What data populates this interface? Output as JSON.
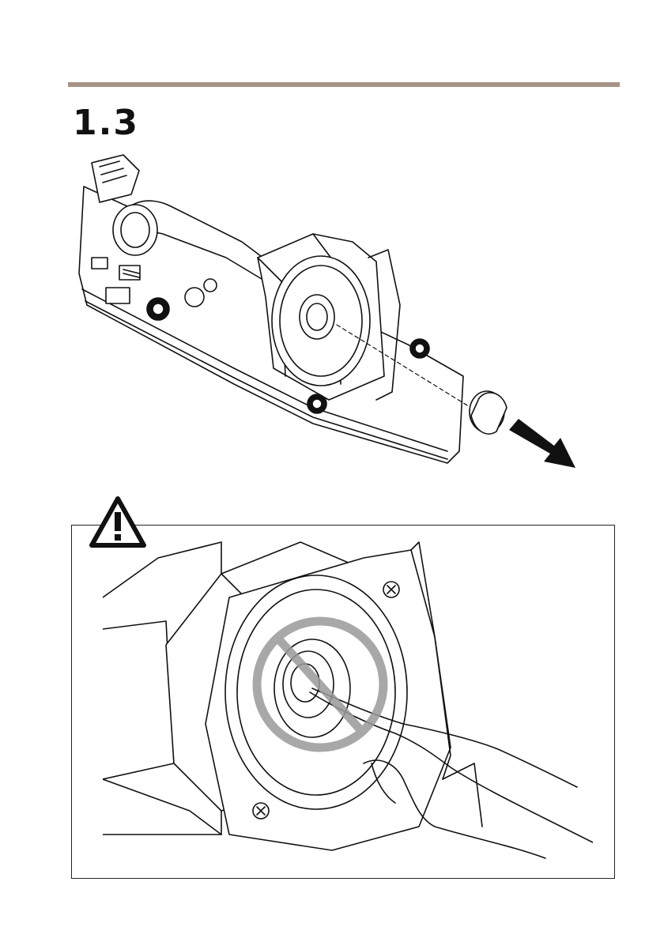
{
  "page": {
    "step_number": "1.3",
    "accent_color": "#a59487"
  },
  "main_illustration": {
    "subject": "camera-housing-with-lens-cap-removal",
    "arrow_direction": "down-right"
  },
  "warning_panel": {
    "icon": "warning-triangle-icon",
    "prohibition_icon": "no-touch-icon",
    "prohibition_color": "#9a9a9a"
  }
}
